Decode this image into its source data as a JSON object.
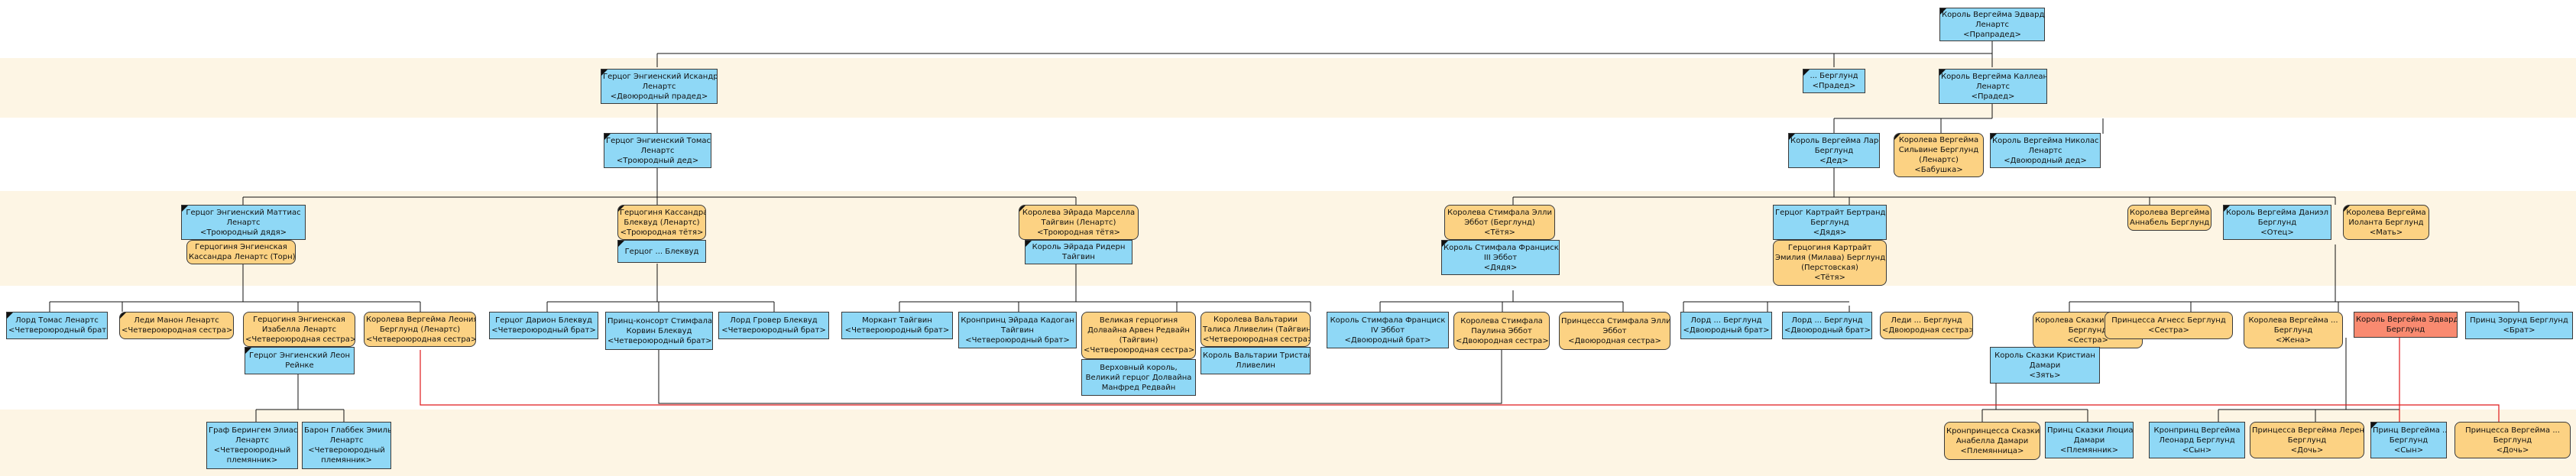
{
  "nodes": [
    {
      "id": "n1",
      "name": "node-eduard-lenarts",
      "sex": "m",
      "mark": true,
      "lines": [
        "Король Вергейма Эдвард",
        "Ленартс",
        "<Прапрадед>"
      ]
    },
    {
      "id": "n2",
      "name": "node-iskandr-lenarts",
      "sex": "m",
      "mark": true,
      "lines": [
        "Герцог Энгиенский Искандр",
        "Ленартс",
        "<Двоюродный прадед>"
      ]
    },
    {
      "id": "n3",
      "name": "node-unknown-berglund",
      "sex": "m",
      "mark": true,
      "lines": [
        "... Берглунд",
        "<Прадед>"
      ]
    },
    {
      "id": "n4",
      "name": "node-kallean-lenarts",
      "sex": "m",
      "mark": true,
      "lines": [
        "Король Вергейма Каллеан",
        "Ленартс",
        "<Прадед>"
      ]
    },
    {
      "id": "n5",
      "name": "node-tomas-lenarts",
      "sex": "m",
      "mark": true,
      "lines": [
        "Герцог Энгиенский Томас",
        "Ленартс",
        "<Троюродный дед>"
      ]
    },
    {
      "id": "n6",
      "name": "node-lars-berglund",
      "sex": "m",
      "mark": true,
      "lines": [
        "Король Вергейма Ларс",
        "Берглунд",
        "<Дед>"
      ]
    },
    {
      "id": "n7",
      "name": "node-silvine-berglund",
      "sex": "f",
      "mark": true,
      "lines": [
        "Королева Вергейма",
        "Сильвине Берглунд",
        "(Ленартс)",
        "<Бабушка>"
      ]
    },
    {
      "id": "n8",
      "name": "node-nikolas-lenarts",
      "sex": "m",
      "mark": true,
      "lines": [
        "Король Вергейма Николас",
        "Ленартс",
        "<Двоюродный дед>"
      ]
    },
    {
      "id": "n9",
      "name": "node-matthias-lenarts",
      "sex": "m",
      "mark": true,
      "lines": [
        "Герцог Энгиенский Маттиас",
        "Ленартс",
        "<Троюродный дядя>"
      ]
    },
    {
      "id": "n10",
      "name": "node-kassandra-lenarts",
      "sex": "f",
      "mark": false,
      "lines": [
        "Герцогиня Энгиенская",
        "Кассандра Ленартс (Торн)"
      ]
    },
    {
      "id": "n11",
      "name": "node-kassandra-blekvud",
      "sex": "f",
      "mark": true,
      "lines": [
        "Герцогиня Кассандра",
        "Блеквуд (Ленартс)",
        "<Троюродная тётя>"
      ]
    },
    {
      "id": "n12",
      "name": "node-unknown-blekvud",
      "sex": "m",
      "mark": true,
      "lines": [
        "Герцог ... Блеквуд"
      ]
    },
    {
      "id": "n13",
      "name": "node-marselina-taigvin",
      "sex": "f",
      "mark": true,
      "lines": [
        "Королева Эйрада Марселла",
        "Тайгвин (Ленартс)",
        "<Троюродная тётя>"
      ]
    },
    {
      "id": "n14",
      "name": "node-riderh-taigvin",
      "sex": "m",
      "mark": true,
      "lines": [
        "Король Эйрада Ридерн",
        "Тайгвин"
      ]
    },
    {
      "id": "n15",
      "name": "node-ellie-ebbot",
      "sex": "f",
      "mark": false,
      "lines": [
        "Королева Стимфала Элли",
        "Эббот (Берглунд)",
        "<Тётя>"
      ]
    },
    {
      "id": "n16",
      "name": "node-fransis-ebbot",
      "sex": "m",
      "mark": true,
      "lines": [
        "Король Стимфала Франциск",
        "III Эббот",
        "<Дядя>"
      ]
    },
    {
      "id": "n17",
      "name": "node-bertrand-berglund",
      "sex": "m",
      "mark": false,
      "lines": [
        "Герцог Картрайт Бертранд",
        "Берглунд",
        "<Дядя>"
      ]
    },
    {
      "id": "n18",
      "name": "node-emilia-berglund",
      "sex": "f",
      "mark": false,
      "lines": [
        "Герцогиня Картрайт",
        "Эмилия (Милава) Берглунд",
        "(Перстовская)",
        "<Тётя>"
      ]
    },
    {
      "id": "n19",
      "name": "node-annabel-berglund",
      "sex": "f",
      "mark": false,
      "lines": [
        "Королева Вергейма",
        "Аннабель Берглунд"
      ]
    },
    {
      "id": "n20",
      "name": "node-daniel-berglund",
      "sex": "m",
      "mark": true,
      "lines": [
        "Король Вергейма Даниэл",
        "Берглунд",
        "<Отец>"
      ]
    },
    {
      "id": "n21",
      "name": "node-iolanta-berglund",
      "sex": "f",
      "mark": true,
      "lines": [
        "Королева Вергейма",
        "Иоланта Берглунд",
        "<Мать>"
      ]
    },
    {
      "id": "n22",
      "name": "node-lord-tomas-lenarts",
      "sex": "m",
      "mark": true,
      "lines": [
        "Лорд Томас Ленартс",
        "<Четвероюродный брат>"
      ]
    },
    {
      "id": "n23",
      "name": "node-manon-lenarts",
      "sex": "f",
      "mark": true,
      "lines": [
        "Леди Манон Ленартс",
        "<Четвероюродная сестра>"
      ]
    },
    {
      "id": "n24",
      "name": "node-izabella-lenarts",
      "sex": "f",
      "mark": false,
      "lines": [
        "Герцогиня Энгиенская",
        "Изабелла Ленартс",
        "<Четвероюродная сестра>"
      ]
    },
    {
      "id": "n25",
      "name": "node-leon-reinke",
      "sex": "m",
      "mark": true,
      "lines": [
        "Герцог Энгиенский Леон",
        "Рейнке"
      ]
    },
    {
      "id": "n26",
      "name": "node-leonia-berglund",
      "sex": "f",
      "mark": false,
      "lines": [
        "Королева Вергейма Леония",
        "Берглунд (Ленартс)",
        "<Четвероюродная сестра>"
      ]
    },
    {
      "id": "n27",
      "name": "node-darion-blekvud",
      "sex": "m",
      "mark": false,
      "lines": [
        "Герцог Дарион Блеквуд",
        "<Четвероюродный брат>"
      ]
    },
    {
      "id": "n28",
      "name": "node-korvin-blekvud",
      "sex": "m",
      "mark": false,
      "lines": [
        "Принц-консорт Стимфала",
        "Корвин Блеквуд",
        "<Четвероюродный брат>"
      ]
    },
    {
      "id": "n29",
      "name": "node-grover-blekvud",
      "sex": "m",
      "mark": false,
      "lines": [
        "Лорд Гровер Блеквуд",
        "<Четвероюродный брат>"
      ]
    },
    {
      "id": "n30",
      "name": "node-morkant-taigvin",
      "sex": "m",
      "mark": false,
      "lines": [
        "Моркант Тайгвин",
        "<Четвероюродный брат>"
      ]
    },
    {
      "id": "n31",
      "name": "node-kadogan-taigvin",
      "sex": "m",
      "mark": false,
      "lines": [
        "Кронпринц Эйрада Кадоган",
        "Тайгвин",
        "<Четвероюродный брат>"
      ]
    },
    {
      "id": "n32",
      "name": "node-arven-redvain",
      "sex": "f",
      "mark": false,
      "lines": [
        "Великая герцогиня",
        "Долвайна Арвен Редвайн",
        "(Тайгвин)",
        "<Четвероюродная сестра>"
      ]
    },
    {
      "id": "n33",
      "name": "node-manfred-redvain",
      "sex": "m",
      "mark": false,
      "lines": [
        "Верховный король,",
        "Великий герцог Долвайна",
        "Манфред Редвайн"
      ]
    },
    {
      "id": "n34",
      "name": "node-talisa-llivelin",
      "sex": "f",
      "mark": false,
      "lines": [
        "Королева Вальтарии",
        "Талиса Лливелин (Тайгвин)",
        "<Четвероюродная сестра>"
      ]
    },
    {
      "id": "n35",
      "name": "node-tristan-llivelin",
      "sex": "m",
      "mark": false,
      "lines": [
        "Король Вальтарии Тристан",
        "Лливелин"
      ]
    },
    {
      "id": "n36",
      "name": "node-fransis-iv-ebbot",
      "sex": "m",
      "mark": false,
      "lines": [
        "Король Стимфала Франциск",
        "IV Эббот",
        "<Двоюродный брат>"
      ]
    },
    {
      "id": "n37",
      "name": "node-paulina-ebbot",
      "sex": "f",
      "mark": false,
      "lines": [
        "Королева Стимфала",
        "Паулина Эббот",
        "<Двоюродная сестра>"
      ]
    },
    {
      "id": "n38",
      "name": "node-ellie-ebbot-jr",
      "sex": "f",
      "mark": false,
      "lines": [
        "Принцесса Стимфала Элли",
        "Эббот",
        "<Двоюродная сестра>"
      ]
    },
    {
      "id": "n39",
      "name": "node-lord-berglund",
      "sex": "m",
      "mark": false,
      "lines": [
        "Лорд ... Берглунд",
        "<Двоюродный брат>"
      ]
    },
    {
      "id": "n40",
      "name": "node-lord-berglund-2",
      "sex": "m",
      "mark": false,
      "lines": [
        "Лорд ... Берглунд",
        "<Двоюродный брат>"
      ]
    },
    {
      "id": "n41",
      "name": "node-lady-berglund",
      "sex": "f",
      "mark": false,
      "lines": [
        "Леди ... Берглунд",
        "<Двоюродная сестра>"
      ]
    },
    {
      "id": "n42",
      "name": "node-izolda-berglund",
      "sex": "f",
      "mark": false,
      "lines": [
        "Королева Сказки Изольда",
        "Берглунд",
        "<Сестра>"
      ]
    },
    {
      "id": "n43",
      "name": "node-kristian-damari",
      "sex": "m",
      "mark": false,
      "lines": [
        "Король Сказки Кристиан",
        "Дамари",
        "<Зять>"
      ]
    },
    {
      "id": "n44",
      "name": "node-agness-berglund",
      "sex": "f",
      "mark": false,
      "lines": [
        "Принцесса Агнесс Берглунд",
        "<Сестра>"
      ]
    },
    {
      "id": "n45",
      "name": "node-wife-berglund",
      "sex": "f",
      "mark": false,
      "lines": [
        "Королева Вергейма ...",
        "Берглунд",
        "<Жена>"
      ]
    },
    {
      "id": "n46",
      "name": "node-eduard-berglund",
      "sex": "hl",
      "mark": false,
      "lines": [
        "Король Вергейма Эдвард",
        "Берглунд"
      ]
    },
    {
      "id": "n47",
      "name": "node-zorund-berglund",
      "sex": "m",
      "mark": false,
      "lines": [
        "Принц Зорунд Берглунд",
        "<Брат>"
      ]
    },
    {
      "id": "n48",
      "name": "node-elias-lenarts",
      "sex": "m",
      "mark": false,
      "lines": [
        "Граф Берингем Элиас",
        "Ленартс",
        "<Четвероюродный",
        "племянник>"
      ]
    },
    {
      "id": "n49",
      "name": "node-emil-lenarts",
      "sex": "m",
      "mark": false,
      "lines": [
        "Барон Глаббек Эмиль",
        "Ленартс",
        "<Четвероюродный",
        "племянник>"
      ]
    },
    {
      "id": "n50",
      "name": "node-anabella-damari",
      "sex": "f",
      "mark": false,
      "lines": [
        "Кронпринцесса Сказки",
        "Анабелла Дамари",
        "<Племянница>"
      ]
    },
    {
      "id": "n51",
      "name": "node-lusian-damari",
      "sex": "m",
      "mark": false,
      "lines": [
        "Принц Сказки Люциан",
        "Дамари",
        "<Племянник>"
      ]
    },
    {
      "id": "n52",
      "name": "node-leonard-berglund",
      "sex": "m",
      "mark": false,
      "lines": [
        "Кронпринц Вергейма",
        "Леонард Берглунд",
        "<Сын>"
      ]
    },
    {
      "id": "n53",
      "name": "node-lerena-berglund",
      "sex": "f",
      "mark": false,
      "lines": [
        "Принцесса Вергейма Лерена",
        "Берглунд",
        "<Дочь>"
      ]
    },
    {
      "id": "n54",
      "name": "node-prince-berglund",
      "sex": "m",
      "mark": true,
      "lines": [
        "Принц Вергейма ...",
        "Берглунд",
        "<Сын>"
      ]
    },
    {
      "id": "n55",
      "name": "node-princess-berglund",
      "sex": "f",
      "mark": false,
      "lines": [
        "Принцесса Вергейма ...",
        "Берглунд",
        "<Дочь>"
      ]
    }
  ]
}
